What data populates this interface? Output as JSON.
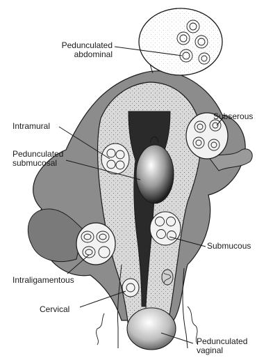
{
  "labels": {
    "pedunculated_abdominal": "Pedunculated abdominal",
    "pedunculated_abdominal_line1": "Pedunculated",
    "pedunculated_abdominal_line2": "abdominal",
    "subserous": "Subserous",
    "intramural": "Intramural",
    "pedunculated_submucosal_line1": "Pedunculated",
    "pedunculated_submucosal_line2": "submucosal",
    "submucous": "Submucous",
    "intraligamentous": "Intraligamentous",
    "cervical": "Cervical",
    "pedunculated_vaginal_line1": "Pedunculated",
    "pedunculated_vaginal_line2": "vaginal"
  },
  "colors": {
    "uterus_outer": "#8c8c8c",
    "uterus_dark": "#6b6b6b",
    "myometrium": "#d9d9d9",
    "cavity": "#2a2a2a",
    "fibroid_fill": "#f2f2f2",
    "line": "#1a1a1a"
  }
}
